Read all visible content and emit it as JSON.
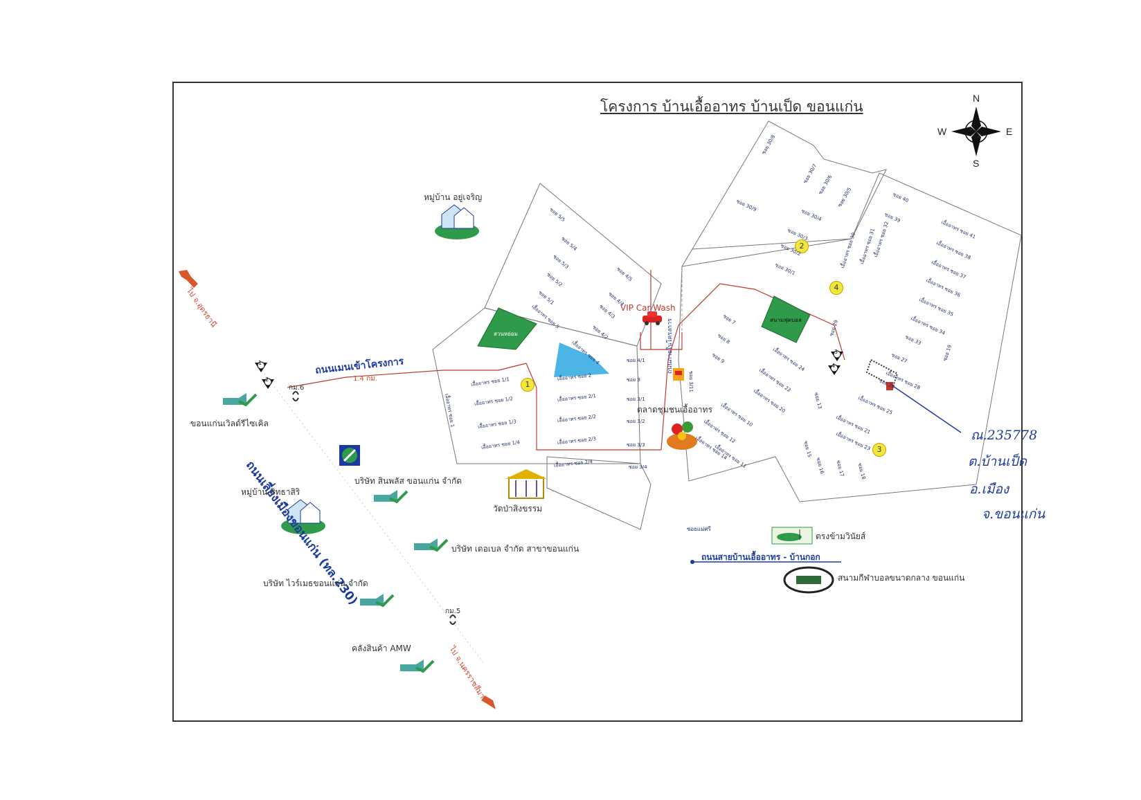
{
  "title": "โครงการ บ้านเอื้ออาทร บ้านเป็ด ขอนแก่น",
  "compass": {
    "n": "N",
    "s": "S",
    "e": "E",
    "w": "W"
  },
  "roads": {
    "main_entry": "ถนนเมนเข้าโครงการ",
    "main_entry_dist": "1.4 กม.",
    "bypass": "ถนนเลี่ยงเมืองขอนแก่น (ทล.230)",
    "project_road": "ถนนภายในโครงการ",
    "baan_kok": "ถนนสายบ้านเอื้ออาทร - บ้านกอก"
  },
  "km_markers": {
    "km6": "กม.6",
    "km5": "กม.5"
  },
  "directions": {
    "udon": "ไป จ.อุดรธานี",
    "korat": "ไป จ.นครราชสีมา"
  },
  "places": {
    "village_yoocharoen": "หมู่บ้าน อยู่เจริญ",
    "village_sittha": "หมู่บ้าน สิทธาสิริ",
    "recycle": "ขอนแก่นเวิลด์รีไซเคิล",
    "sinphol": "บริษัท สินพลัส ขอนแก่น จำกัด",
    "temple": "วัดป่าสิงขรรม",
    "company_branch": "บริษัท เดอเบล จำกัด สาขาขอนแก่น",
    "warm_company": "บริษัท ไวร์เมธขอนแก่น จำกัด",
    "warehouse": "คลังสินค้า AMW",
    "car_wash": "VIP Car Wash",
    "market": "ตลาดชุมชนเอื้ออาทร",
    "park": "สวนหย่อม",
    "football": "สนามฟุตบอล",
    "stadium": "สนามกีฬาบอลขนาดกลาง ขอนแก่น",
    "golf": "ตรงข้ามวินัยส์",
    "kho_bon": "ซอยแม่ศรี"
  },
  "soi_labels": {
    "left": [
      "เอื้ออาทร ซอย 1/1",
      "เอื้ออาทร ซอย 1/2",
      "เอื้ออาทร ซอย 1/3",
      "เอื้ออาทร ซอย 1/4",
      "เอื้ออาทร ซอย 1"
    ],
    "mid": [
      "เอื้ออาทร ซอย 2",
      "เอื้ออาทร ซอย 2/1",
      "เอื้ออาทร ซอย 2/2",
      "เอื้ออาทร ซอย 2/3",
      "เอื้ออาทร ซอย 2/4"
    ],
    "mid2": [
      "ซอย 3",
      "ซอย 3/1",
      "ซอย 3/2",
      "ซอย 3/3",
      "ซอย 3/4",
      "ซอย 4/1"
    ],
    "north": [
      "ซอย 5/5",
      "ซอย 5/4",
      "ซอย 5/3",
      "ซอย 5/2",
      "ซอย 5/1",
      "เอื้ออาทร ซอย 5",
      "ซอย 4/5",
      "ซอย 4/4",
      "ซอย 4/3",
      "ซอย 4/2",
      "เอื้ออาทร ซอย 4"
    ],
    "east": [
      "ซอย 7",
      "ซอย 8",
      "ซอย 9",
      "เอื้ออาทร ซอย 22",
      "เอื้ออาทร ซอย 20",
      "เอื้ออาทร ซอย 10",
      "เอื้ออาทร ซอย 12",
      "เอื้ออาทร ซอย 14",
      "เอื้ออาทร ซอย 11",
      "เอื้ออาทร ซอย 24",
      "ซอย 13",
      "ซอย 15",
      "ซอย 16",
      "ซอย 17",
      "ซอย 18",
      "เอื้ออาทร ซอย 21",
      "เอื้ออาทร ซอย 23",
      "เอื้ออาทร ซอย 25",
      "ซอย 26"
    ],
    "far_east": [
      "ซอย 40",
      "ซอย 39",
      "เอื้ออาทร ซอย 41",
      "เอื้ออาทร ซอย 38",
      "เอื้ออาทร ซอย 37",
      "เอื้ออาทร ซอย 36",
      "เอื้ออาทร ซอย 35",
      "เอื้ออาทร ซอย 34",
      "ซอย 33",
      "เอื้ออาทร ซอย 32",
      "เอื้ออาทร ซอย 31",
      "เอื้ออาทร ซอย 30",
      "ซอย 27",
      "เอื้ออาทร ซอย 28",
      "ซอย 29",
      "ซอย 19"
    ],
    "north_east": [
      "ซอย 30/8",
      "ซอย 30/9",
      "ซอย 30/7",
      "ซอย 30/6",
      "ซอย 30/5",
      "ซอย 30/4",
      "ซอย 30/3",
      "ซอย 30/2",
      "ซอย 30/1",
      "ซอย 3/11"
    ]
  },
  "zones": [
    "1",
    "2",
    "3",
    "4"
  ],
  "markers": {
    "m1": "1",
    "m2": "2",
    "m3": "3",
    "m4": "4"
  },
  "handwritten": [
    "ณ.235778",
    "ต.บ้านเป็ด",
    "อ.เมือง",
    "จ.ขอนแก่น"
  ],
  "colors": {
    "road": "#c0392b",
    "green": "#2e9a4a",
    "blue": "#1a3aa0",
    "water": "#2ea8e0",
    "arrow": "#d9582b"
  }
}
